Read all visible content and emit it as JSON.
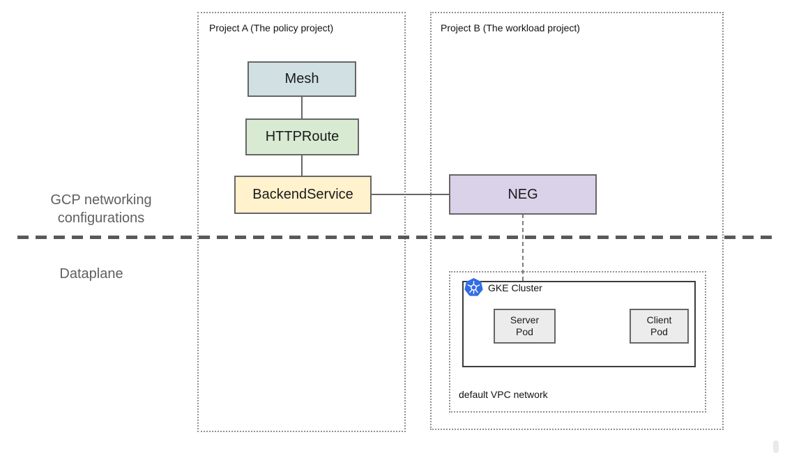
{
  "sections": {
    "top_label": "GCP networking configurations",
    "bottom_label": "Dataplane"
  },
  "projects": {
    "a": {
      "label": "Project A (The policy project)"
    },
    "b": {
      "label": "Project B (The workload project)"
    }
  },
  "nodes": {
    "mesh": {
      "label": "Mesh",
      "fill": "#d0e0e3"
    },
    "httproute": {
      "label": "HTTPRoute",
      "fill": "#d9ead3"
    },
    "backend_service": {
      "label": "BackendService",
      "fill": "#fff2cc"
    },
    "neg": {
      "label": "NEG",
      "fill": "#d9d2e9"
    }
  },
  "cluster": {
    "label": "GKE Cluster",
    "icon": "kubernetes-icon",
    "icon_color": "#326ce5",
    "pods": [
      {
        "label": "Server\nPod"
      },
      {
        "label": "Client\nPod"
      }
    ]
  },
  "vpc": {
    "label": "default VPC network"
  },
  "colors": {
    "node_border": "#666666",
    "cluster_border": "#3c3c3c",
    "dotted_border": "#8f8f8f",
    "separator": "#595959",
    "section_label_text": "#5f5f5f",
    "pod_fill": "#ececec"
  }
}
